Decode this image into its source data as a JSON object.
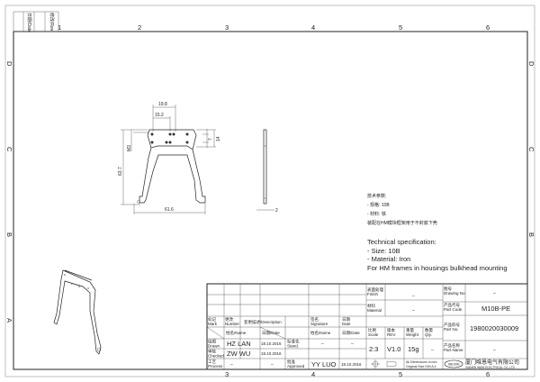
{
  "zones": {
    "cols": [
      "1",
      "2",
      "3",
      "4",
      "5",
      "6"
    ],
    "rows": [
      "D",
      "C",
      "B",
      "A"
    ]
  },
  "revision_header": {
    "col1": "日期/Date",
    "col2": "修改/Rev"
  },
  "dimensions": {
    "d1": "19.8",
    "d2": "15.2",
    "d3": "63.7",
    "d4": "M3",
    "d5": "7",
    "d6": "14",
    "d7": "61.6",
    "d8": "2"
  },
  "notes": {
    "cn": [
      "技术参数:",
      "- 规格: 10B",
      "- 材料: 铁",
      "装配在HM模块框架用于不封底下壳"
    ],
    "en": [
      "Technical specification:",
      "- Size: 10B",
      "- Material: Iron",
      "For HM frames in housings bulkhead mounting"
    ]
  },
  "title_block": {
    "mark": "标记 Mark",
    "number": "更改 Number",
    "description": "变更描述/Description",
    "signature": "签名 Signature",
    "date": "日期 Date",
    "name_h": "姓名/Name",
    "date_h": "日期/Date",
    "name_h2": "姓名/Name",
    "date_h2": "日期/Date",
    "drawn": "绘图 Drawn",
    "drawn_name": "HZ LAN",
    "drawn_date": "18.10.2016",
    "checked": "审核 Checked",
    "checked_name": "ZW WU",
    "checked_date": "18.10.2016",
    "process": "工艺 Process",
    "process_name": "–",
    "process_date": "–",
    "stand": "标准化 Stand.",
    "stand_name": "–",
    "stand_date": "–",
    "approved": "批准 Approved",
    "approved_name": "YY LUO",
    "approved_date": "18.10.2016",
    "finish": "表面处理 Finish",
    "finish_val": "–",
    "material": "材料 Material",
    "material_val": "–",
    "scale": "比例 Scale",
    "scale_val": "2:3",
    "rev": "版本 REV.",
    "rev_val": "V1.0",
    "weight": "重量 Weight",
    "weight_val": "15g",
    "qty": "数量 Qty.",
    "qty_val": "–",
    "dims_note": "All Dimensions in mm",
    "orig_size": "Original Size DIN A 4",
    "drawing_no": "图号 Drawing No.",
    "drawing_no_val": "–",
    "part_code": "产品代号 Part Code",
    "part_code_val": "M10B-PE",
    "part_no": "产品料号 Part No.",
    "part_no_val": "1980020030009",
    "part_name": "产品名称 Part Name",
    "part_name_val": "–",
    "company_logo": "WEIXIN",
    "company_cn": "厦门唯恩电气有限公司",
    "company_en": "XIAMEN WAIN ELECTRICAL CO.,LTD"
  }
}
